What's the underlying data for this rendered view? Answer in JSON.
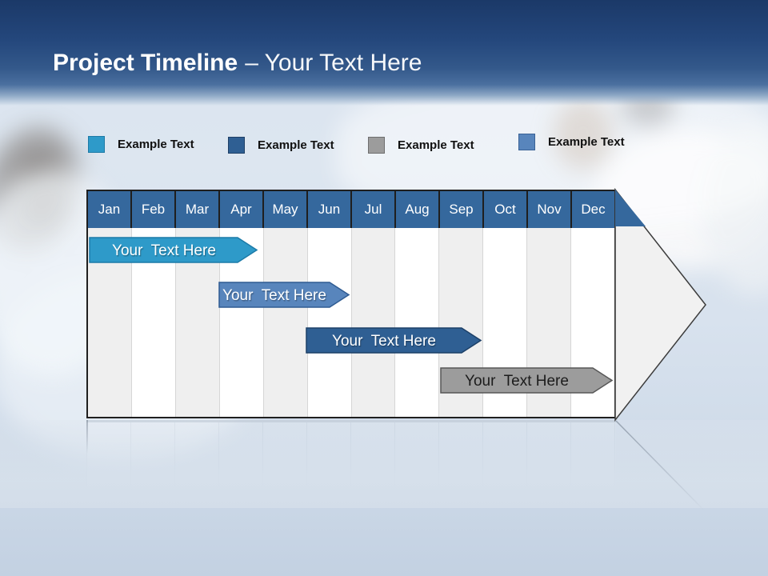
{
  "slide": {
    "title_bold": "Project Timeline",
    "title_light": "– Your Text Here"
  },
  "legend": {
    "items": [
      {
        "label": "Example Text",
        "color": "#2E9AC9"
      },
      {
        "label": "Example Text",
        "color": "#2F5F93"
      },
      {
        "label": "Example Text",
        "color": "#9C9C9C"
      },
      {
        "label": "Example Text",
        "color": "#5885BC"
      }
    ]
  },
  "timeline": {
    "months": [
      "Jan",
      "Feb",
      "Mar",
      "Apr",
      "May",
      "Jun",
      "Jul",
      "Aug",
      "Sep",
      "Oct",
      "Nov",
      "Dec"
    ],
    "bars": [
      {
        "label": "Your  Text Here",
        "color": "#2E9AC9",
        "start_month": "Jan",
        "end_month": "Apr"
      },
      {
        "label": "Your  Text Here",
        "color": "#5885BC",
        "start_month": "Apr",
        "end_month": "Jun"
      },
      {
        "label": "Your  Text Here",
        "color": "#2F5F93",
        "start_month": "Jun",
        "end_month": "Sep"
      },
      {
        "label": "Your  Text Here",
        "color": "#9C9C9C",
        "start_month": "Sep",
        "end_month": "Dec"
      }
    ]
  },
  "colors": {
    "header_band_top": "#1b3968",
    "header_band_bottom": "#4a6f9f",
    "table_header_blue": "#35689D",
    "outline_dark": "#1f1f1f",
    "column_shade": "#efefef",
    "arrowhead_fill": "#f1f1f1"
  }
}
